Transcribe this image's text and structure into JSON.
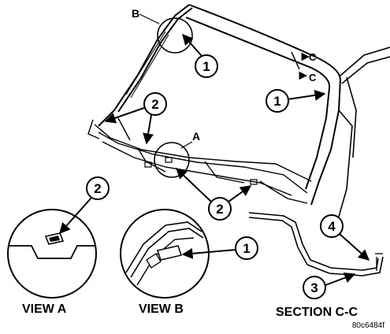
{
  "labels": {
    "view_a_marker": "A",
    "view_b_marker": "B",
    "section_marker_top": "C",
    "section_marker_bottom": "C",
    "view_a_title": "VIEW A",
    "view_b_title": "VIEW B",
    "section_title": "SECTION C-C",
    "figure_code": "80c6484f"
  },
  "callouts": {
    "top_left": "1",
    "right": "1",
    "left_clips": "2",
    "bottom_clips": "2",
    "view_a": "2",
    "view_b": "1",
    "section_top": "4",
    "section_bottom": "3"
  }
}
